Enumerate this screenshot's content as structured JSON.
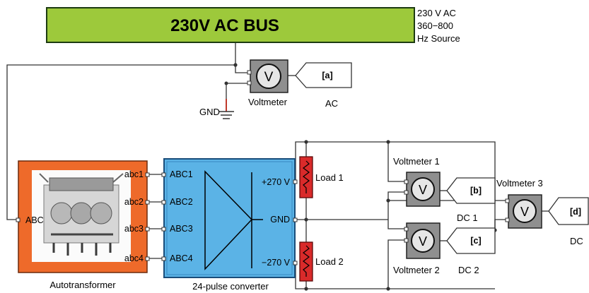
{
  "bus": {
    "label": "230V AC BUS",
    "source_line1": "230 V AC",
    "source_line2": "360−800",
    "source_line3": "Hz Source"
  },
  "ground": {
    "label": "GND"
  },
  "voltmeters": {
    "ac": "Voltmeter",
    "v1": "Voltmeter 1",
    "v2": "Voltmeter 2",
    "v3": "Voltmeter 3",
    "symbol": "V"
  },
  "gotos": {
    "a_tag": "[a]",
    "a_label": "AC",
    "b_tag": "[b]",
    "b_label": "DC 1",
    "c_tag": "[c]",
    "c_label": "DC 2",
    "d_tag": "[d]",
    "d_label": "DC"
  },
  "autotransformer": {
    "label": "Autotransformer",
    "in_port": "ABC",
    "out_ports": [
      "abc1",
      "abc2",
      "abc3",
      "abc4"
    ]
  },
  "converter": {
    "label": "24-pulse converter",
    "in_ports": [
      "ABC1",
      "ABC2",
      "ABC3",
      "ABC4"
    ],
    "out_pos": "+270 V",
    "out_gnd": "GND",
    "out_neg": "−270 V"
  },
  "loads": {
    "load1": "Load 1",
    "load2": "Load 2"
  },
  "colors": {
    "bus_fill": "#9dc93b",
    "autotransformer_fill": "#ee6a2a",
    "converter_fill": "#5bb3e6",
    "load_fill": "#d92a2a",
    "voltmeter_fill": "#8f8f8f"
  }
}
